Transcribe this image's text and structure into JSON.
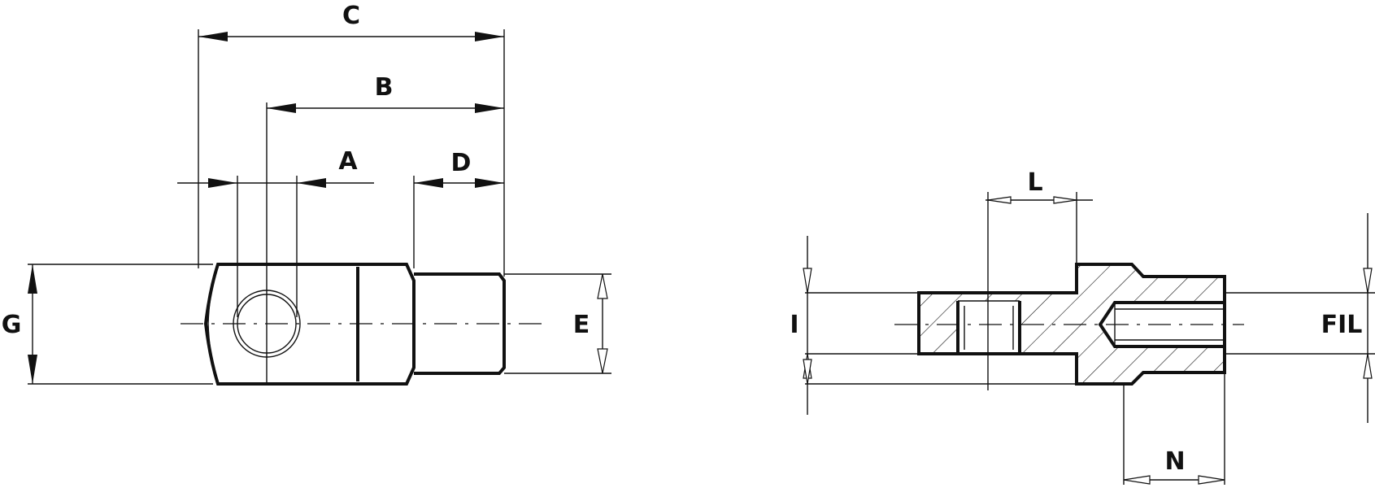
{
  "labels": {
    "c": "C",
    "b": "B",
    "a": "A",
    "d": "D",
    "g": "G",
    "e": "E",
    "i": "I",
    "l": "L",
    "fil": "FIL",
    "n": "N"
  },
  "colors": {
    "line": "#111111",
    "background": "#ffffff"
  }
}
